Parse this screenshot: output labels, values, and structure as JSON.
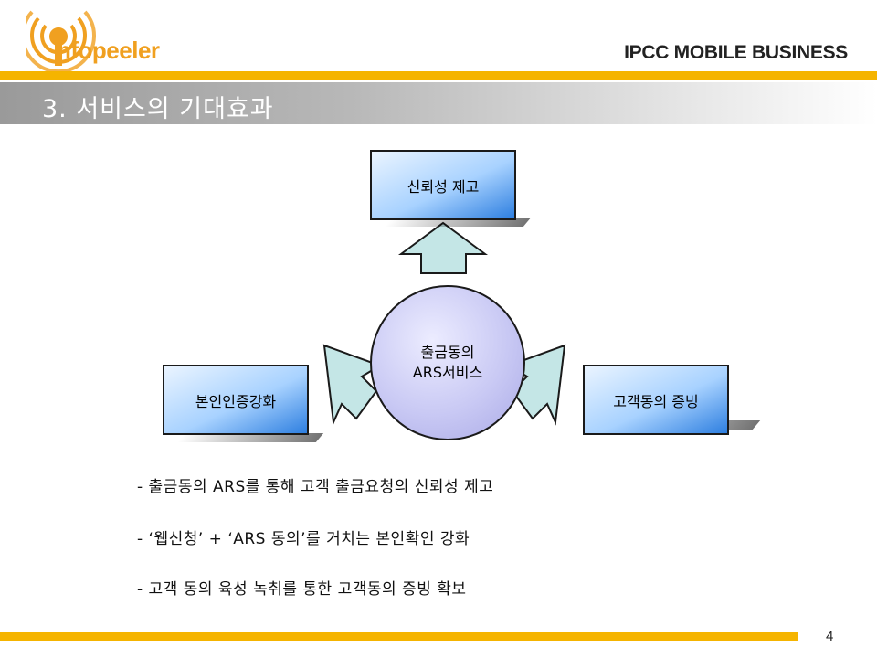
{
  "header": {
    "logo_text": "nfopeeler",
    "company": "IPCC MOBILE BUSINESS"
  },
  "title": "3. 서비스의  기대효과",
  "diagram": {
    "top_box": "신뢰성 제고",
    "left_box": "본인인증강화",
    "right_box": "고객동의 증빙",
    "center_line1": "출금동의",
    "center_line2": "ARS서비스"
  },
  "bullets": [
    "-  출금동의  ARS를  통해  고객  출금요청의  신뢰성  제고",
    "-  ‘웹신청’  +  ‘ARS  동의’를  거치는  본인확인  강화",
    "-  고객  동의  육성  녹취를  통한  고객동의  증빙  확보"
  ],
  "page_number": "4",
  "colors": {
    "accent": "#f5b400",
    "box_blue": "#2e7fe0",
    "circle": "#c9c9f4",
    "arrow": "#c4e6e6"
  }
}
